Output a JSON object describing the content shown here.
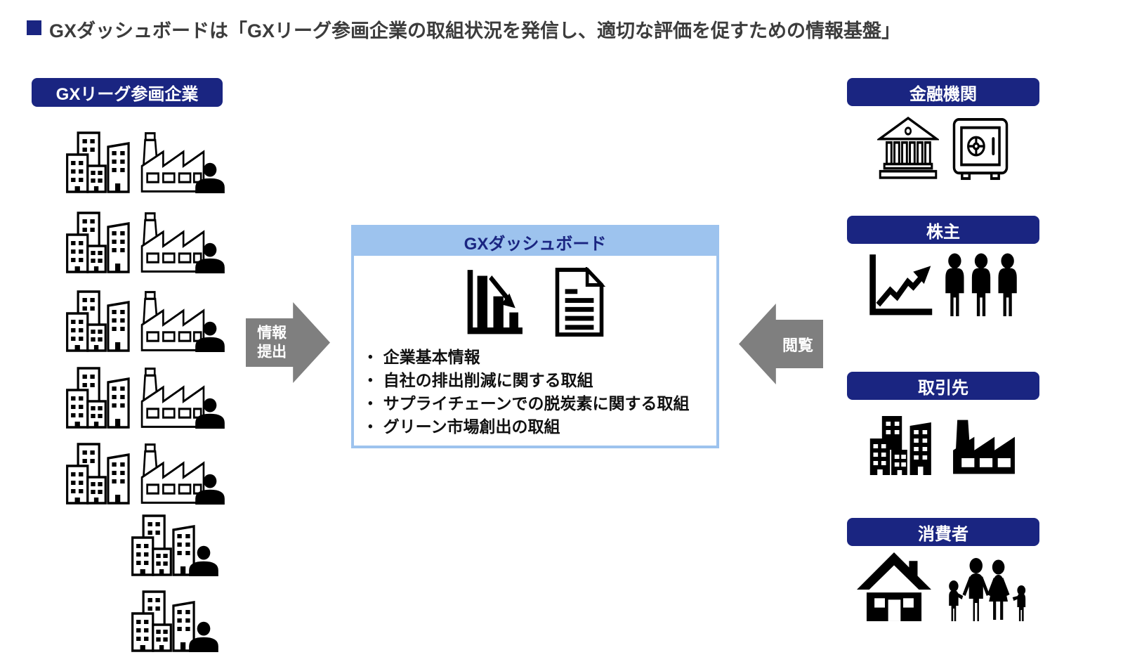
{
  "page": {
    "title": "GXダッシュボードは「GXリーグ参画企業の取組状況を発信し、適切な評価を促すための情報基盤」"
  },
  "colors": {
    "navy": "#1A2581",
    "light_blue": "#9DC3EE",
    "arrow_gray": "#7F7F7F",
    "title_text": "#3C3C3C"
  },
  "left_panel": {
    "label": "GXリーグ参画企業",
    "large_rows": {
      "count": 5,
      "icons": [
        "city-buildings-icon",
        "factory-icon",
        "person-icon"
      ]
    },
    "small_rows": {
      "count": 2,
      "icons": [
        "city-buildings-icon",
        "person-icon"
      ]
    }
  },
  "arrows": {
    "submit_line1": "情報",
    "submit_line2": "提出",
    "view": "閲覧"
  },
  "dashboard": {
    "title": "GXダッシュボード",
    "icons": [
      "declining-bar-chart-icon",
      "document-icon"
    ],
    "items": [
      "企業基本情報",
      "自社の排出削減に関する取組",
      "サプライチェーンでの脱炭素に関する取組",
      "グリーン市場創出の取組"
    ]
  },
  "right_panel": {
    "groups": [
      {
        "label": "金融機関",
        "icons": [
          "bank-icon",
          "safe-icon"
        ]
      },
      {
        "label": "株主",
        "icons": [
          "stock-chart-icon",
          "shareholders-icon"
        ]
      },
      {
        "label": "取引先",
        "icons": [
          "buildings-filled-icon",
          "factory-filled-icon"
        ]
      },
      {
        "label": "消費者",
        "icons": [
          "house-icon",
          "family-icon"
        ]
      }
    ]
  }
}
